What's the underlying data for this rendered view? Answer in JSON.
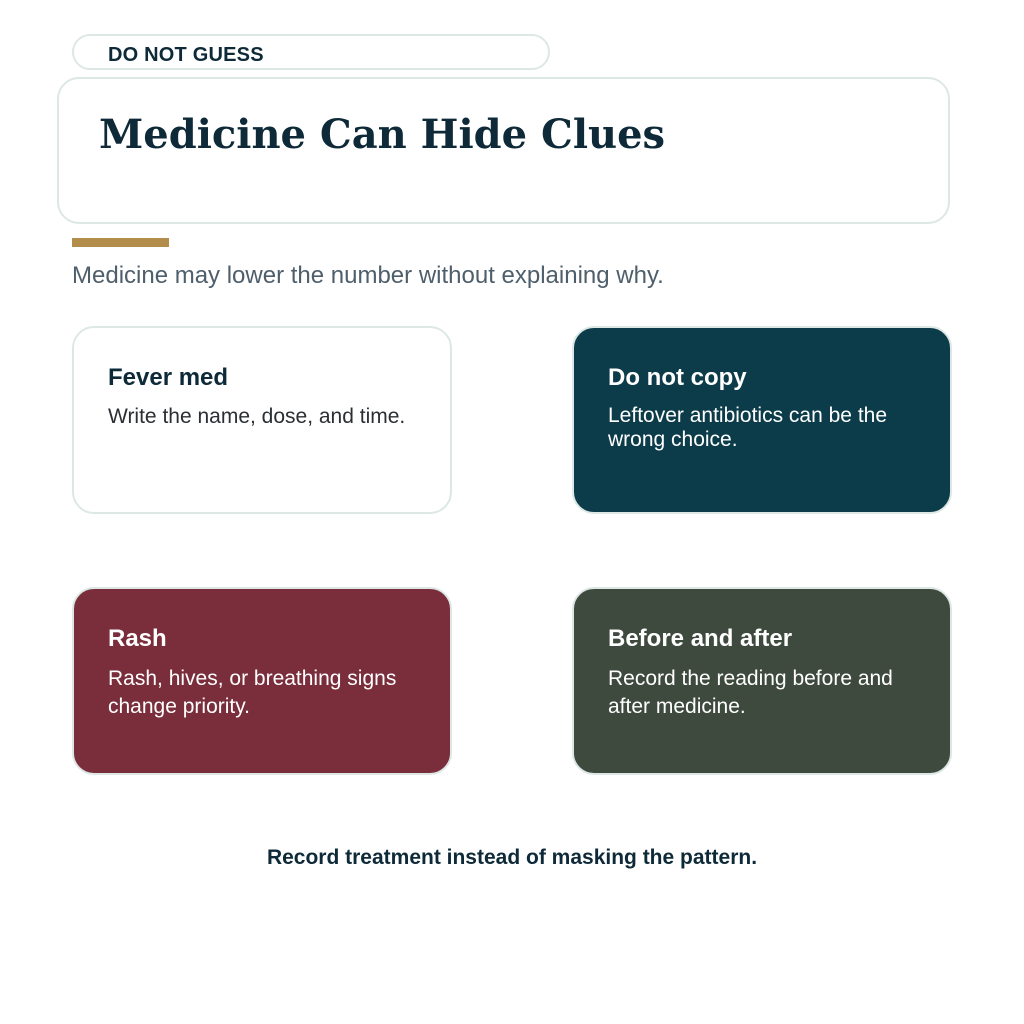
{
  "tag": {
    "label": "DO NOT GUESS"
  },
  "header": {
    "title": "Medicine Can Hide Clues"
  },
  "subtitle": "Medicine may lower the number without explaining why.",
  "cards": [
    {
      "heading": "Fever med",
      "body": "Write the name, dose, and time.",
      "background": "#ffffff"
    },
    {
      "heading": "Do not copy",
      "body": "Leftover antibiotics can be the wrong choice.",
      "background": "#0c3c4a"
    },
    {
      "heading": "Rash",
      "body": "Rash, hives, or breathing signs change priority.",
      "background": "#7a2e3b"
    },
    {
      "heading": "Before and after",
      "body": "Record the reading before and after medicine.",
      "background": "#3f4a3e"
    }
  ],
  "footer": {
    "note": "Record treatment instead of masking the pattern."
  },
  "colors": {
    "ink": "#0e2a38",
    "accent": "#b38d4c",
    "border": "#dde8e6",
    "muted_text": "#4e5f6b"
  }
}
